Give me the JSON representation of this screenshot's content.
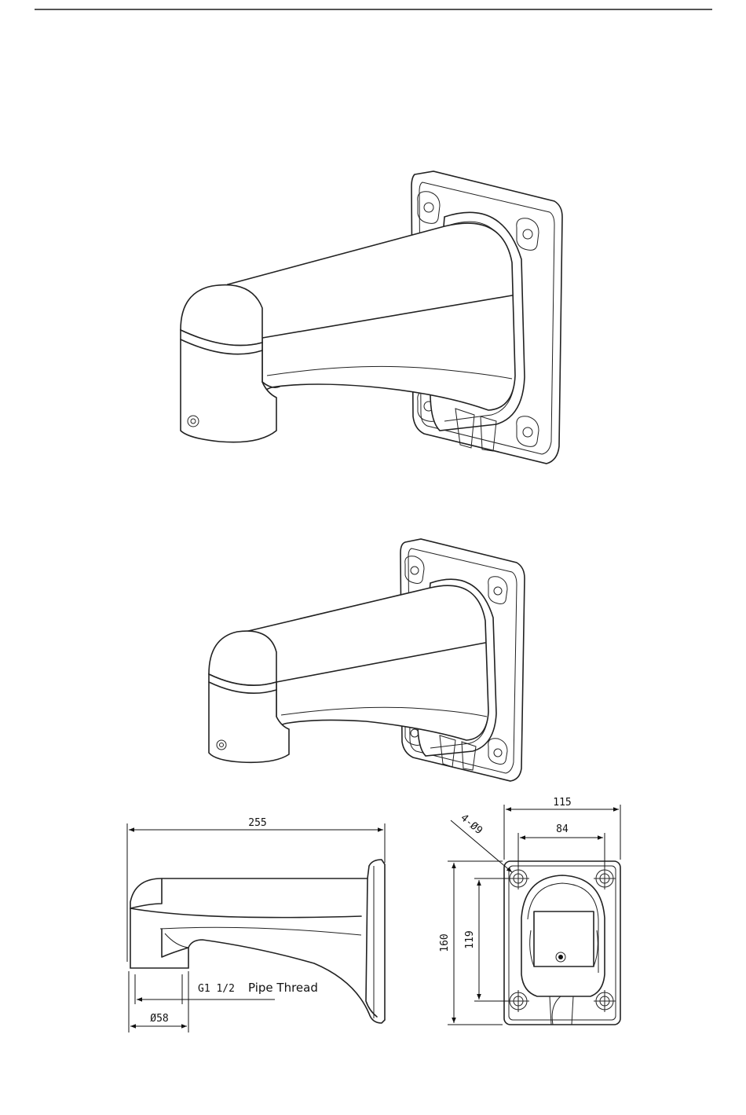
{
  "side_view": {
    "length": "255",
    "diameter": "Ø58",
    "thread_prefix": "G1 1/2",
    "thread_label": "Pipe Thread"
  },
  "rear_view": {
    "holes": "4-Ø9",
    "width": "115",
    "hole_spacing_x": "84",
    "height": "160",
    "hole_spacing_y": "119"
  }
}
